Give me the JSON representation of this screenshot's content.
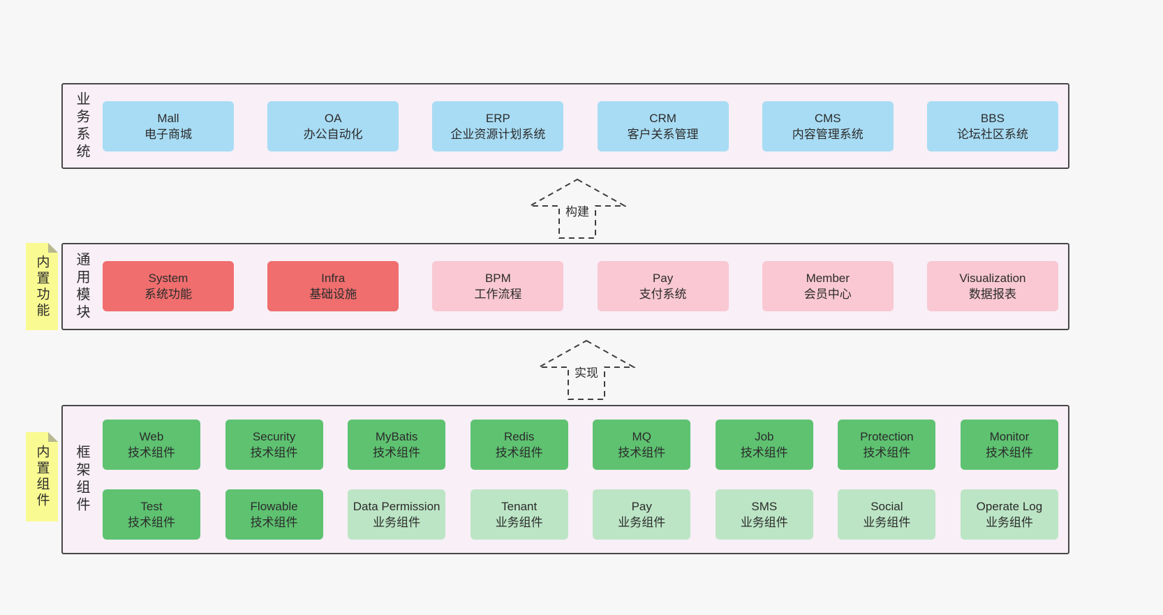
{
  "page": {
    "background": "#f7f7f7"
  },
  "colors": {
    "layer_bg": "#f8eff7",
    "layer_border": "#474747",
    "sticky": "#fafa93",
    "blue": "#a8dcf4",
    "red": "#f06e6e",
    "pink": "#f9c8d2",
    "green": "#5ec271",
    "lightgreen": "#bce5c5"
  },
  "arrows": [
    {
      "label": "构建"
    },
    {
      "label": "实现"
    }
  ],
  "layers": [
    {
      "side_label": "业务系统",
      "boxes": [
        {
          "title": "Mall",
          "subtitle": "电子商城",
          "type": "blue"
        },
        {
          "title": "OA",
          "subtitle": "办公自动化",
          "type": "blue"
        },
        {
          "title": "ERP",
          "subtitle": "企业资源计划系统",
          "type": "blue"
        },
        {
          "title": "CRM",
          "subtitle": "客户关系管理",
          "type": "blue"
        },
        {
          "title": "CMS",
          "subtitle": "内容管理系统",
          "type": "blue"
        },
        {
          "title": "BBS",
          "subtitle": "论坛社区系统",
          "type": "blue"
        }
      ]
    },
    {
      "side_label": "通用模块",
      "sticky_label": "内置功能",
      "boxes": [
        {
          "title": "System",
          "subtitle": "系统功能",
          "type": "red"
        },
        {
          "title": "Infra",
          "subtitle": "基础设施",
          "type": "red"
        },
        {
          "title": "BPM",
          "subtitle": "工作流程",
          "type": "pink"
        },
        {
          "title": "Pay",
          "subtitle": "支付系统",
          "type": "pink"
        },
        {
          "title": "Member",
          "subtitle": "会员中心",
          "type": "pink"
        },
        {
          "title": "Visualization",
          "subtitle": "数据报表",
          "type": "pink"
        }
      ]
    },
    {
      "side_label": "框架组件",
      "sticky_label": "内置组件",
      "rows": [
        [
          {
            "title": "Web",
            "subtitle": "技术组件",
            "type": "green"
          },
          {
            "title": "Security",
            "subtitle": "技术组件",
            "type": "green"
          },
          {
            "title": "MyBatis",
            "subtitle": "技术组件",
            "type": "green"
          },
          {
            "title": "Redis",
            "subtitle": "技术组件",
            "type": "green"
          },
          {
            "title": "MQ",
            "subtitle": "技术组件",
            "type": "green"
          },
          {
            "title": "Job",
            "subtitle": "技术组件",
            "type": "green"
          },
          {
            "title": "Protection",
            "subtitle": "技术组件",
            "type": "green"
          },
          {
            "title": "Monitor",
            "subtitle": "技术组件",
            "type": "green"
          }
        ],
        [
          {
            "title": "Test",
            "subtitle": "技术组件",
            "type": "green"
          },
          {
            "title": "Flowable",
            "subtitle": "技术组件",
            "type": "green"
          },
          {
            "title": "Data Permission",
            "subtitle": "业务组件",
            "type": "lightgreen"
          },
          {
            "title": "Tenant",
            "subtitle": "业务组件",
            "type": "lightgreen"
          },
          {
            "title": "Pay",
            "subtitle": "业务组件",
            "type": "lightgreen"
          },
          {
            "title": "SMS",
            "subtitle": "业务组件",
            "type": "lightgreen"
          },
          {
            "title": "Social",
            "subtitle": "业务组件",
            "type": "lightgreen"
          },
          {
            "title": "Operate Log",
            "subtitle": "业务组件",
            "type": "lightgreen"
          }
        ]
      ]
    }
  ]
}
